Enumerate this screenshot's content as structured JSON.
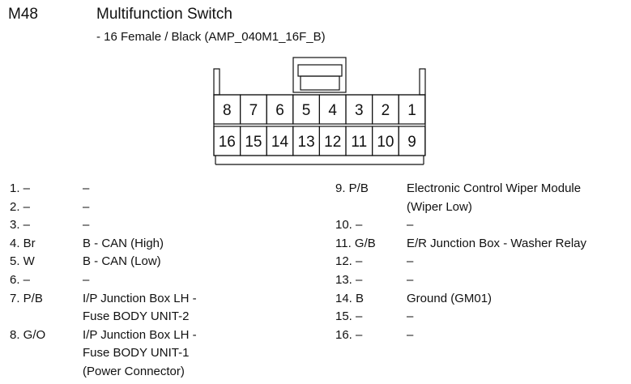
{
  "header": {
    "code": "M48",
    "title": "Multifunction Switch",
    "subtitle": "- 16 Female / Black (AMP_040M1_16F_B)"
  },
  "connector": {
    "top_row": [
      "8",
      "7",
      "6",
      "5",
      "4",
      "3",
      "2",
      "1"
    ],
    "bottom_row": [
      "16",
      "15",
      "14",
      "13",
      "12",
      "11",
      "10",
      "9"
    ]
  },
  "pins_left": [
    {
      "no": "1. –",
      "desc": "–"
    },
    {
      "no": "2. –",
      "desc": "–"
    },
    {
      "no": "3. –",
      "desc": "–"
    },
    {
      "no": "4. Br",
      "desc": "B - CAN (High)"
    },
    {
      "no": "5. W",
      "desc": "B - CAN (Low)"
    },
    {
      "no": "6. –",
      "desc": "–"
    },
    {
      "no": "7. P/B",
      "desc": "I/P Junction Box LH -\nFuse BODY UNIT-2"
    },
    {
      "no": "8. G/O",
      "desc": "I/P Junction Box LH -\nFuse BODY UNIT-1\n(Power Connector)"
    }
  ],
  "pins_right": [
    {
      "no": "9. P/B",
      "desc": "Electronic Control Wiper Module\n(Wiper Low)"
    },
    {
      "no": "10. –",
      "desc": "–"
    },
    {
      "no": "11. G/B",
      "desc": "E/R Junction Box - Washer Relay"
    },
    {
      "no": "12. –",
      "desc": "–"
    },
    {
      "no": "13. –",
      "desc": "–"
    },
    {
      "no": "14. B",
      "desc": "Ground (GM01)"
    },
    {
      "no": "15. –",
      "desc": "–"
    },
    {
      "no": "16. –",
      "desc": "–"
    }
  ]
}
